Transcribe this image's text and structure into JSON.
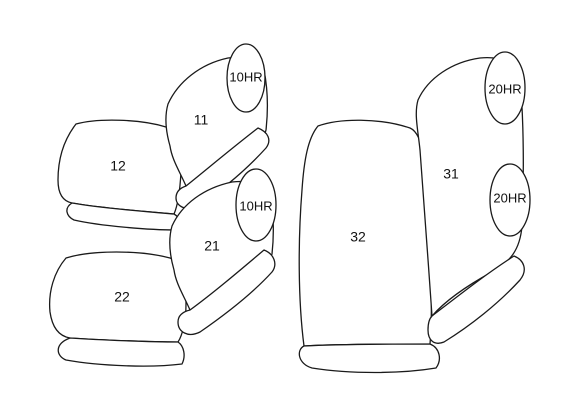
{
  "parts": {
    "headrest_front_upper": "10HR",
    "seat_front_upper": "11",
    "cushion_front_upper": "12",
    "headrest_front_lower": "10HR",
    "seat_front_lower": "21",
    "cushion_front_lower": "22",
    "headrest_rear_top": "20HR",
    "headrest_rear_mid": "20HR",
    "seat_rear": "31",
    "cushion_rear": "32"
  },
  "colors": {
    "line": "#1a1a1a",
    "fill": "#ffffff"
  }
}
